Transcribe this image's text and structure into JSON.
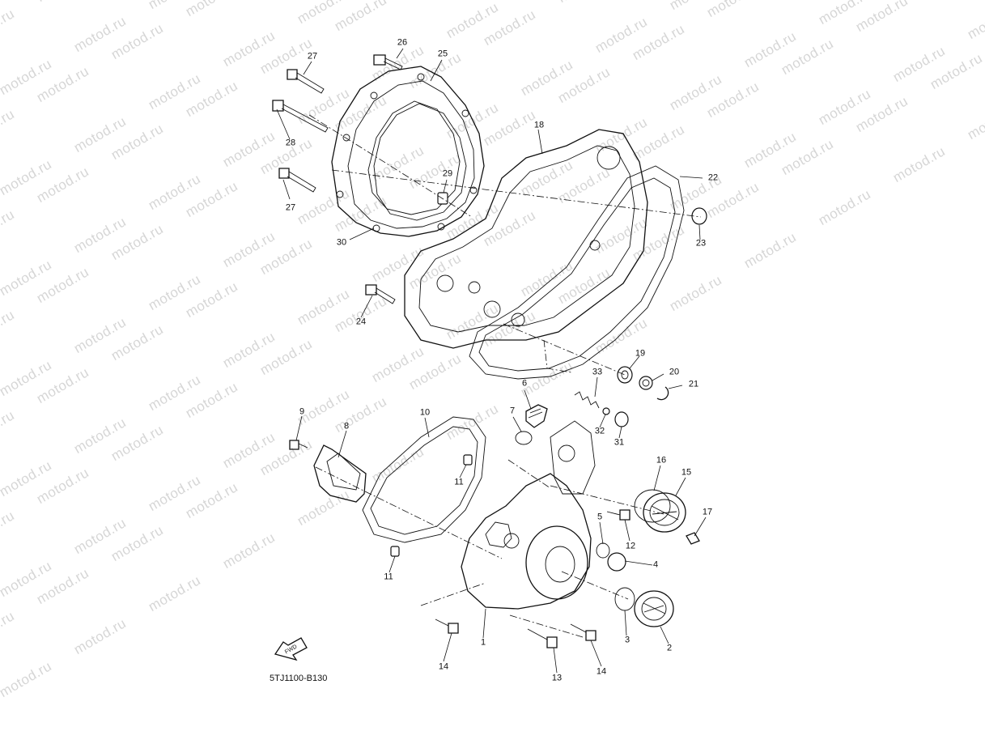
{
  "watermark": {
    "text": "motod.ru"
  },
  "diagram_code": "5TJ1100-B130",
  "fwd_badge": "FWD",
  "callouts": {
    "c1": "1",
    "c2": "2",
    "c3": "3",
    "c4": "4",
    "c5": "5",
    "c6": "6",
    "c7": "7",
    "c8": "8",
    "c9": "9",
    "c10": "10",
    "c11a": "11",
    "c11b": "11",
    "c12": "12",
    "c13": "13",
    "c14a": "14",
    "c14b": "14",
    "c15": "15",
    "c16": "16",
    "c17": "17",
    "c18": "18",
    "c19": "19",
    "c20": "20",
    "c21": "21",
    "c22": "22",
    "c23": "23",
    "c24": "24",
    "c25": "25",
    "c26": "26",
    "c27a": "27",
    "c27b": "27",
    "c28": "28",
    "c29": "29",
    "c30": "30",
    "c31": "31",
    "c32": "32",
    "c33": "33"
  }
}
